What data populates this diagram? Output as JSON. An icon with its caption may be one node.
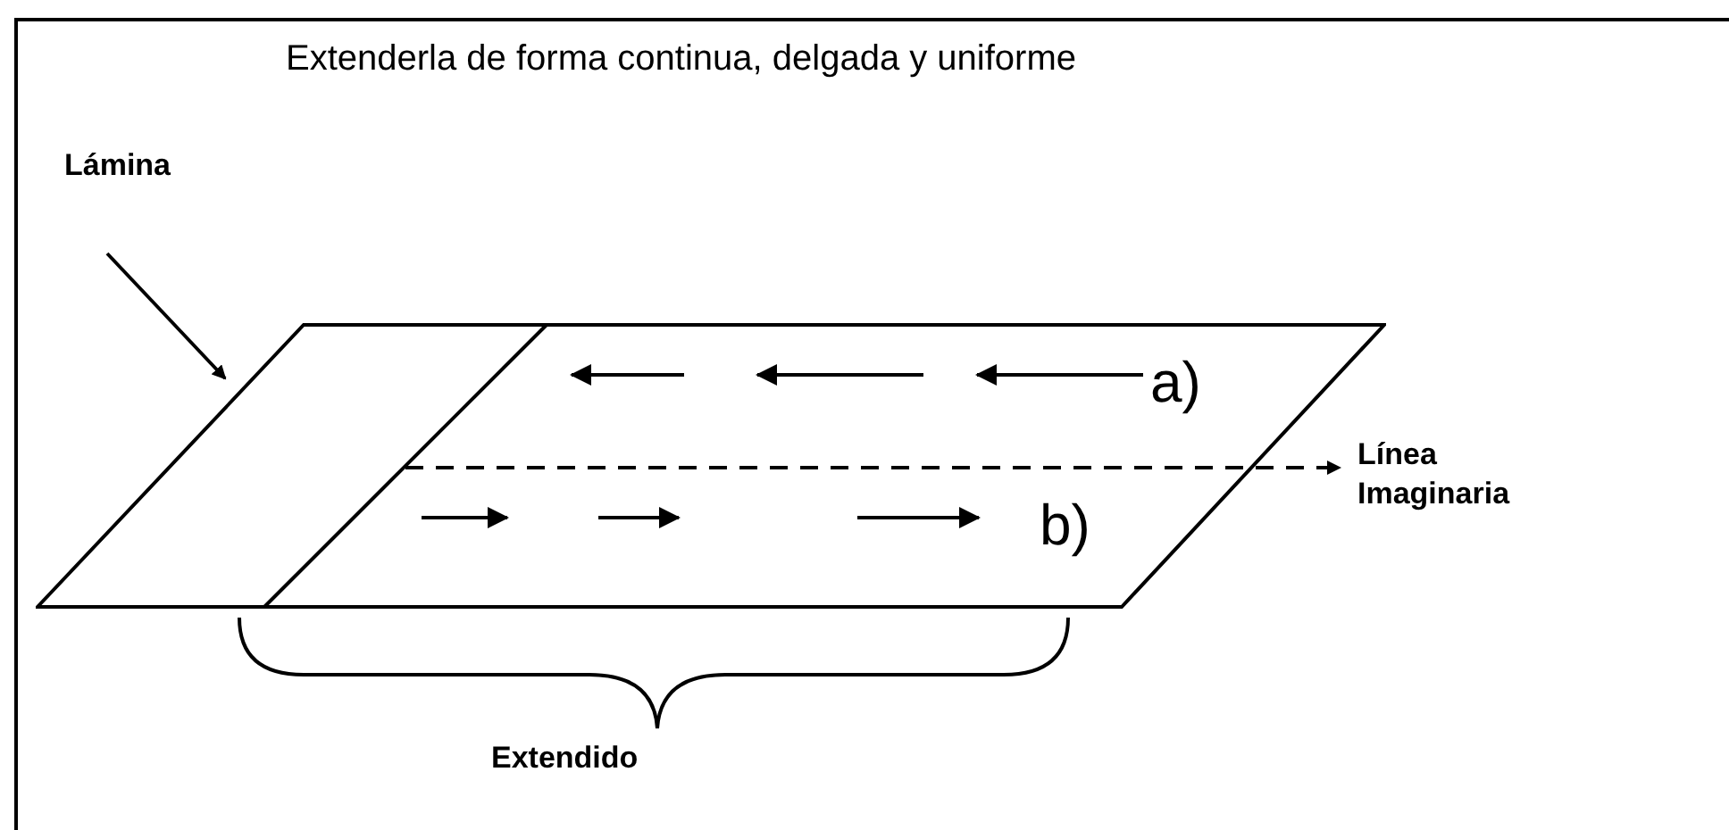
{
  "diagram": {
    "title": "Extenderla de forma continua, delgada y uniforme",
    "nodes": [
      {
        "text": [
          "Lámina"
        ]
      },
      {
        "text": [],
        "shape": "parallelogram"
      },
      {
        "text": [
          "Línea Imaginaria"
        ]
      }
    ],
    "edges": [
      {
        "from": 0,
        "to": 1,
        "arrow": "to"
      },
      {
        "from": 1,
        "to": 2,
        "arrow": "to",
        "style": "dashed"
      }
    ],
    "labels": [
      "a)",
      "b)",
      "Extendido"
    ]
  }
}
